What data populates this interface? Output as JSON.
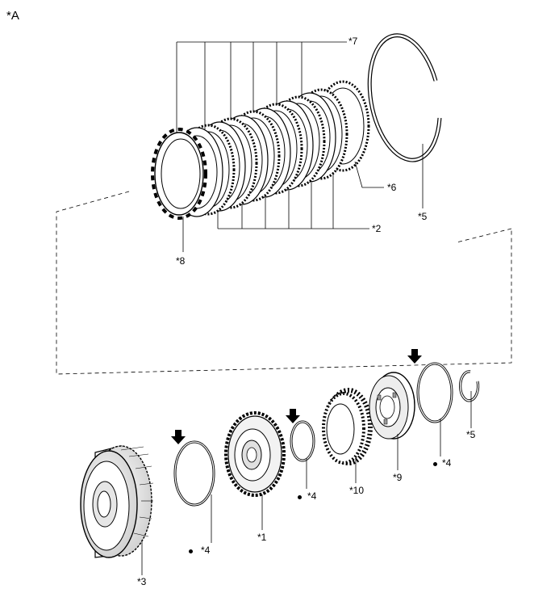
{
  "view_label": "*A",
  "callouts": {
    "c1": "*1",
    "c2": "*2",
    "c3": "*3",
    "c4a": "*4",
    "c4b": "*4",
    "c4c": "*4",
    "c5a": "*5",
    "c5b": "*5",
    "c6": "*6",
    "c7": "*7",
    "c8": "*8",
    "c9": "*9",
    "c10": "*10"
  },
  "colors": {
    "line": "#000000",
    "fill": "#ffffff",
    "shade": "#d9d9d9",
    "dark": "#555555"
  }
}
